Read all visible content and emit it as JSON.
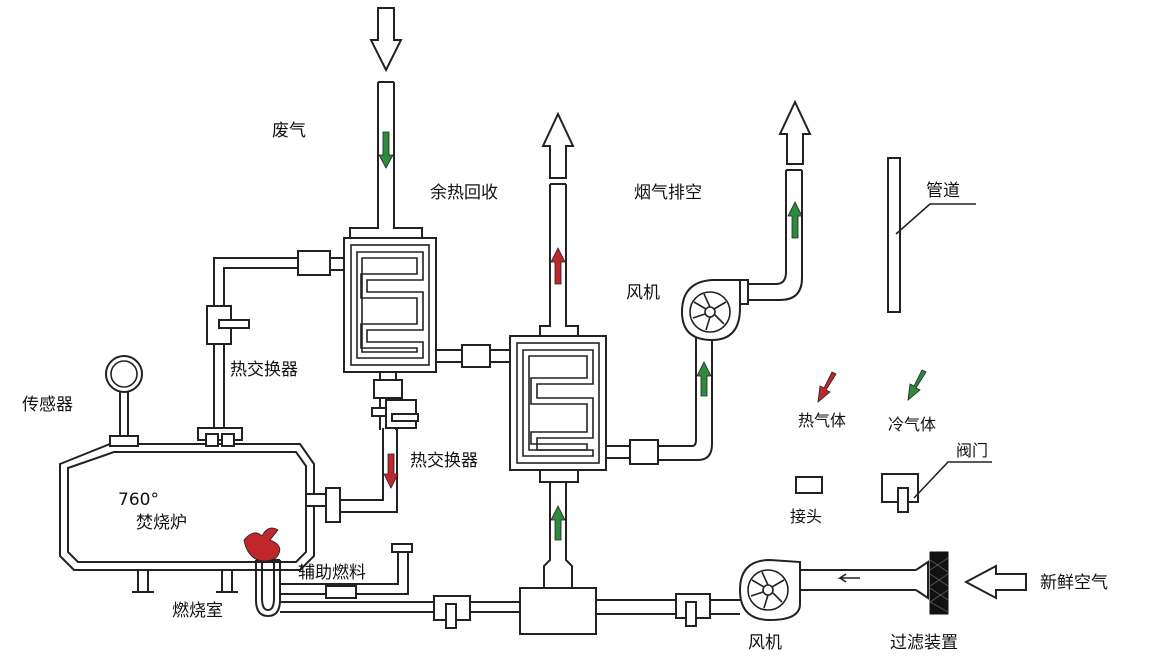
{
  "labels": {
    "waste_gas": "废气",
    "heat_recovery": "余热回收",
    "flue_exhaust": "烟气排空",
    "pipe": "管道",
    "fan_top": "风机",
    "heat_exchanger_1": "热交换器",
    "heat_exchanger_2": "热交换器",
    "sensor": "传感器",
    "temperature": "760°",
    "incinerator": "焚烧炉",
    "aux_fuel": "辅助燃料",
    "combustion_chamber": "燃烧室",
    "hot_gas": "热气体",
    "cold_gas": "冷气体",
    "valve": "阀门",
    "joint": "接头",
    "fresh_air": "新鲜空气",
    "fan_bottom": "风机",
    "filter": "过滤装置"
  },
  "colors": {
    "hot": "#c0272d",
    "cold": "#2e8b3e",
    "line": "#222222"
  }
}
